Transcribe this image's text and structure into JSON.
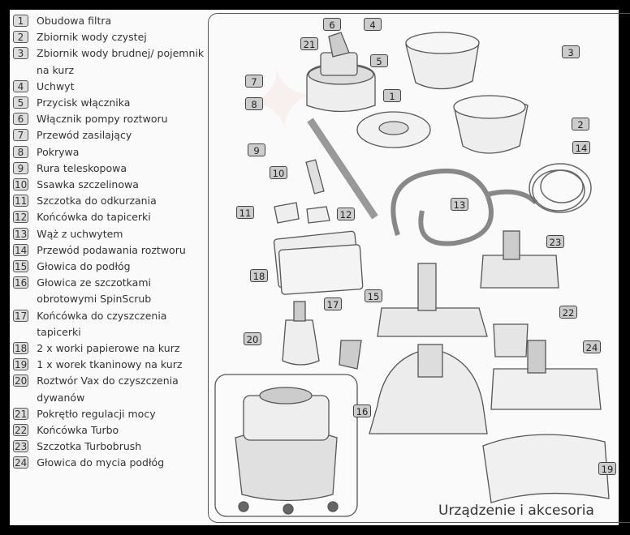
{
  "legend": [
    {
      "num": "1",
      "text": "Obudowa filtra"
    },
    {
      "num": "2",
      "text": "Zbiornik wody czystej"
    },
    {
      "num": "3",
      "text": "Zbiornik wody brudnej/ pojemnik na kurz"
    },
    {
      "num": "4",
      "text": "Uchwyt"
    },
    {
      "num": "5",
      "text": "Przycisk włącznika"
    },
    {
      "num": "6",
      "text": "Włącznik pompy roztworu"
    },
    {
      "num": "7",
      "text": "Przewód zasilający"
    },
    {
      "num": "8",
      "text": "Pokrywa"
    },
    {
      "num": "9",
      "text": "Rura teleskopowa"
    },
    {
      "num": "10",
      "text": "Ssawka szczelinowa"
    },
    {
      "num": "11",
      "text": "Szczotka do odkurzania"
    },
    {
      "num": "12",
      "text": "Końcówka do tapicerki"
    },
    {
      "num": "13",
      "text": "Wąż z uchwytem"
    },
    {
      "num": "14",
      "text": "Przewód podawania roztworu"
    },
    {
      "num": "15",
      "text": "Głowica do podłóg"
    },
    {
      "num": "16",
      "text": "Głowica ze szczotkami obrotowymi SpinScrub"
    },
    {
      "num": "17",
      "text": "Końcówka do czyszczenia tapicerki"
    },
    {
      "num": "18",
      "text": "2 x worki papierowe na kurz"
    },
    {
      "num": "19",
      "text": "1 x worek tkaninowy na kurz"
    },
    {
      "num": "20",
      "text": "Roztwór Vax do czyszczenia dywanów"
    },
    {
      "num": "21",
      "text": "Pokrętło regulacji mocy"
    },
    {
      "num": "22",
      "text": "Końcówka Turbo"
    },
    {
      "num": "23",
      "text": "Szczotka Turbobrush"
    },
    {
      "num": "24",
      "text": "Głowica do mycia podłóg"
    }
  ],
  "footer_title": "Urządzenie i akcesoria"
}
